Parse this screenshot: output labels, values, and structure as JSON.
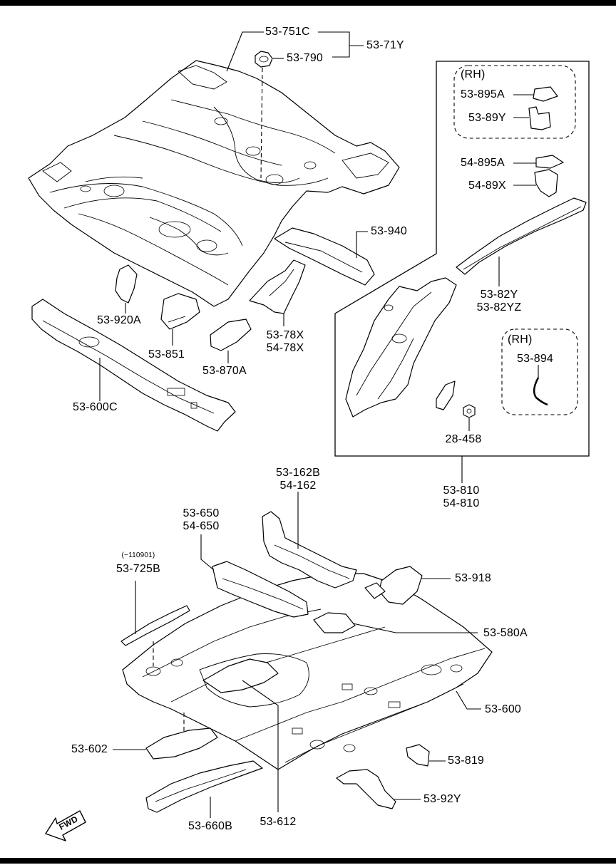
{
  "labels": {
    "p53_751C": "53-751C",
    "p53_790": "53-790",
    "p53_71Y": "53-71Y",
    "rh_1": "(RH)",
    "p53_895A": "53-895A",
    "p53_89Y": "53-89Y",
    "p54_895A": "54-895A",
    "p54_89X": "54-89X",
    "p53_940": "53-940",
    "p53_82Y": "53-82Y",
    "p53_82YZ": "53-82YZ",
    "p53_920A": "53-920A",
    "p53_851": "53-851",
    "p53_870A": "53-870A",
    "p53_78X": "53-78X",
    "p54_78X": "54-78X",
    "rh_2": "(RH)",
    "p53_894": "53-894",
    "p53_600C": "53-600C",
    "p28_458": "28-458",
    "p53_810": "53-810",
    "p54_810": "54-810",
    "p53_162B": "53-162B",
    "p54_162": "54-162",
    "p53_650": "53-650",
    "p54_650": "54-650",
    "note_110901": "(−110901)",
    "p53_725B": "53-725B",
    "p53_918": "53-918",
    "p53_580A": "53-580A",
    "p53_600": "53-600",
    "p53_602": "53-602",
    "p53_819": "53-819",
    "p53_92Y": "53-92Y",
    "p53_660B": "53-660B",
    "p53_612": "53-612",
    "fwd": "FWD"
  }
}
